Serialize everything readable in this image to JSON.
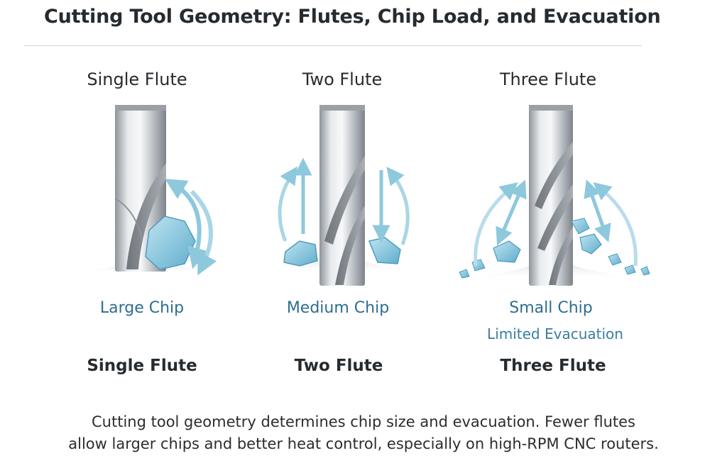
{
  "title": "Cutting Tool Geometry: Flutes, Chip Load, and Evacuation",
  "panels": [
    {
      "top_label": "Single Flute",
      "chip_label": "Large Chip",
      "sub_label": "",
      "bottom_label": "Single Flute"
    },
    {
      "top_label": "Two Flute",
      "chip_label": "Medium Chip",
      "sub_label": "",
      "bottom_label": "Two Flute"
    },
    {
      "top_label": "Three Flute",
      "chip_label": "Small Chip",
      "sub_label": "Limited Evacuation",
      "bottom_label": "Three Flute"
    }
  ],
  "caption": {
    "line1": "Cutting tool geometry determines chip size and evacuation. Fewer flutes",
    "line2": "allow larger chips and better heat control, especially on high-RPM CNC routers."
  },
  "colors": {
    "chip": "#7fc3dc",
    "arrow": "#8ec8dc",
    "accent_text": "#2d6e91",
    "steel": "#b9bec3"
  }
}
